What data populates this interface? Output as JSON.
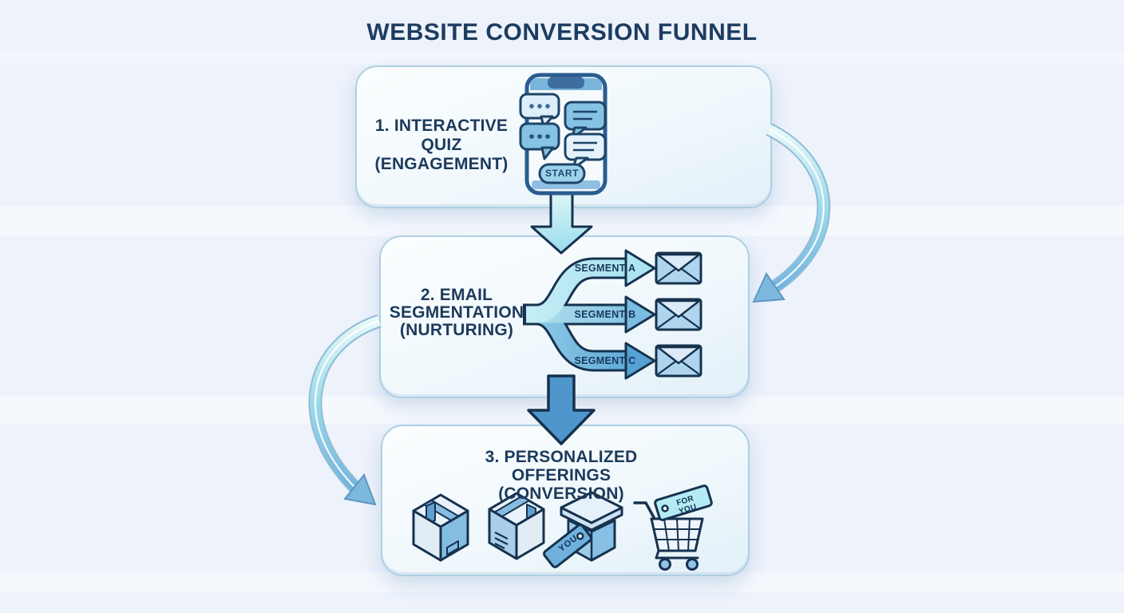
{
  "title": "WEBSITE CONVERSION FUNNEL",
  "stage1": {
    "line1": "1. INTERACTIVE QUIZ",
    "line2": "(ENGAGEMENT)",
    "phone_button": "START"
  },
  "stage2": {
    "line1": "2. EMAIL",
    "line2": "SEGMENTATION",
    "line3": "(NURTURING)",
    "segments": [
      {
        "label": "SEGMENT A"
      },
      {
        "label": "SEGMENT B"
      },
      {
        "label": "SEGMENT C"
      }
    ]
  },
  "stage3": {
    "line1": "3. PERSONALIZED OFFERINGS",
    "line2": "(CONVERSION)",
    "tag_you": "YOU",
    "tag_for_you": "FOR YOU"
  },
  "colors": {
    "background": "#edf2fb",
    "panel_border": "#aecfe2",
    "text_navy": "#1c3a5c",
    "outline_navy": "#16324f",
    "light_cyan_arrow": "#c2edf3",
    "dark_blue_arrow": "#4f96cc",
    "envelope_blue": "#aed4ee"
  }
}
